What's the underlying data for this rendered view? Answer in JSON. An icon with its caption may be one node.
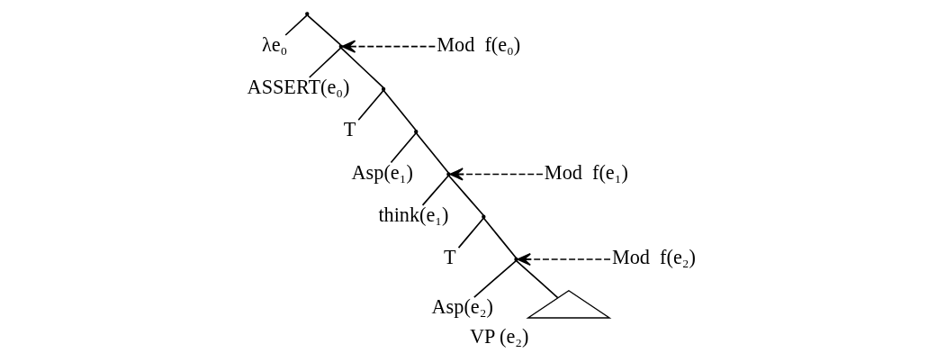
{
  "diagram": {
    "nodes": [
      {
        "text": [],
        "shape": "point"
      },
      {
        "text": [
          "λe₀"
        ]
      },
      {
        "text": [],
        "shape": "point"
      },
      {
        "text": [
          "Mod  f(e₀)"
        ]
      },
      {
        "text": [
          "ASSERT(e₀)"
        ]
      },
      {
        "text": [],
        "shape": "point"
      },
      {
        "text": [
          "T"
        ]
      },
      {
        "text": [],
        "shape": "point"
      },
      {
        "text": [
          "Asp(e₁)"
        ]
      },
      {
        "text": [],
        "shape": "point"
      },
      {
        "text": [
          "Mod  f(e₁)"
        ]
      },
      {
        "text": [
          "think(e₁)"
        ]
      },
      {
        "text": [],
        "shape": "point"
      },
      {
        "text": [
          "T"
        ]
      },
      {
        "text": [],
        "shape": "point"
      },
      {
        "text": [
          "Mod  f(e₂)"
        ]
      },
      {
        "text": [
          "Asp(e₂)"
        ]
      },
      {
        "text": [],
        "shape": "triangle",
        "beside": [
          "VP (e₂)"
        ]
      }
    ],
    "edges": [
      {
        "from": 0,
        "to": 1,
        "arrow": "none"
      },
      {
        "from": 0,
        "to": 2,
        "arrow": "none"
      },
      {
        "from": 3,
        "to": 2,
        "arrow": "to",
        "style": "dashed"
      },
      {
        "from": 2,
        "to": 4,
        "arrow": "none"
      },
      {
        "from": 2,
        "to": 5,
        "arrow": "none"
      },
      {
        "from": 5,
        "to": 6,
        "arrow": "none"
      },
      {
        "from": 5,
        "to": 7,
        "arrow": "none"
      },
      {
        "from": 7,
        "to": 8,
        "arrow": "none"
      },
      {
        "from": 7,
        "to": 9,
        "arrow": "none"
      },
      {
        "from": 10,
        "to": 9,
        "arrow": "to",
        "style": "dashed"
      },
      {
        "from": 9,
        "to": 11,
        "arrow": "none"
      },
      {
        "from": 9,
        "to": 12,
        "arrow": "none"
      },
      {
        "from": 12,
        "to": 13,
        "arrow": "none"
      },
      {
        "from": 12,
        "to": 14,
        "arrow": "none"
      },
      {
        "from": 15,
        "to": 14,
        "arrow": "to",
        "style": "dashed"
      },
      {
        "from": 14,
        "to": 16,
        "arrow": "none"
      },
      {
        "from": 14,
        "to": 17,
        "arrow": "none"
      }
    ]
  }
}
